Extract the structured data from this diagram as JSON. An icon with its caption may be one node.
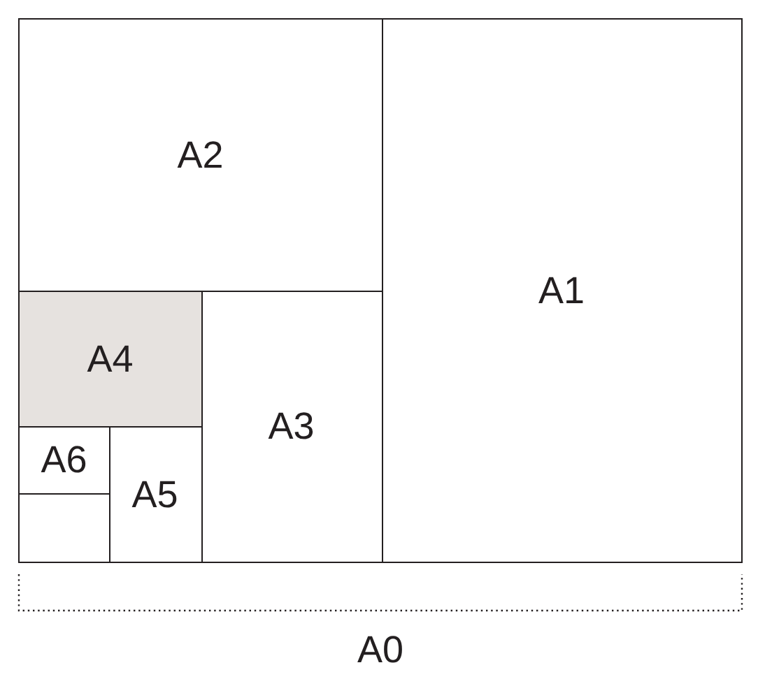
{
  "diagram": {
    "nodes": [
      {
        "text": [
          "A1"
        ]
      },
      {
        "text": [
          "A2"
        ]
      },
      {
        "text": [
          "A3"
        ]
      },
      {
        "text": [
          "A4"
        ]
      },
      {
        "text": [
          "A5"
        ]
      },
      {
        "text": [
          "A6"
        ]
      },
      {
        "text": [],
        "shape": "box"
      }
    ],
    "labels": [
      "A0"
    ]
  }
}
